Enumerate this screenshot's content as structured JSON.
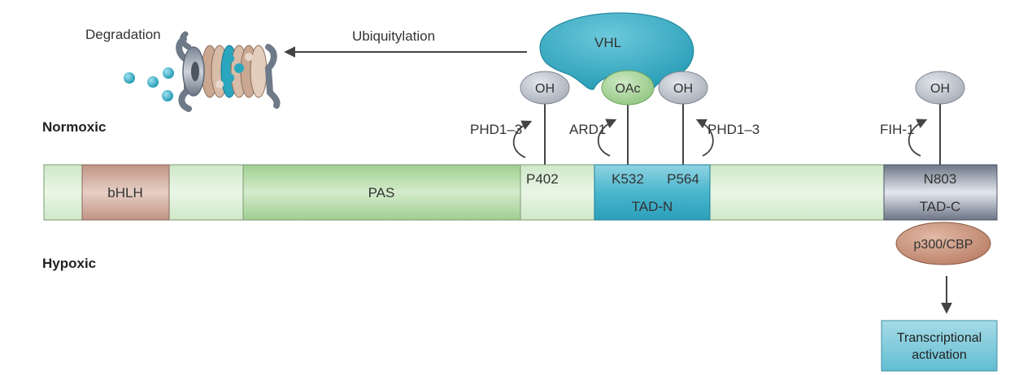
{
  "labels": {
    "degradation": "Degradation",
    "ubiquitylation": "Ubiquitylation",
    "vhl": "VHL",
    "normoxic": "Normoxic",
    "hypoxic": "Hypoxic"
  },
  "domains": {
    "bhlh": "bHLH",
    "pas": "PAS",
    "tad_n": "TAD-N",
    "tad_c": "TAD-C"
  },
  "sites": {
    "p402": "P402",
    "k532": "K532",
    "p564": "P564",
    "n803": "N803"
  },
  "modifications": {
    "oh_p402": "OH",
    "oac_k532": "OAc",
    "oh_p564": "OH",
    "oh_n803": "OH"
  },
  "enzymes": {
    "phd_left": "PHD1–3",
    "ard1": "ARD1",
    "phd_right": "PHD1–3",
    "fih1": "FIH-1"
  },
  "coactivator": "p300/CBP",
  "output": {
    "line1": "Transcriptional",
    "line2": "activation"
  },
  "colors": {
    "bar_light_green": "#d9eed6",
    "pas_green": "#a9d49b",
    "bhlh_brown": "#c9a090",
    "tad_n_teal": "#3fb3cc",
    "tad_c_gray": "#8c95a6",
    "vhl_teal": "#2aa6bf",
    "oh_gray": "#b6bdc6",
    "oac_green": "#a9d49b",
    "p300_brown": "#c9937c",
    "output_box": "#7ec8da"
  }
}
